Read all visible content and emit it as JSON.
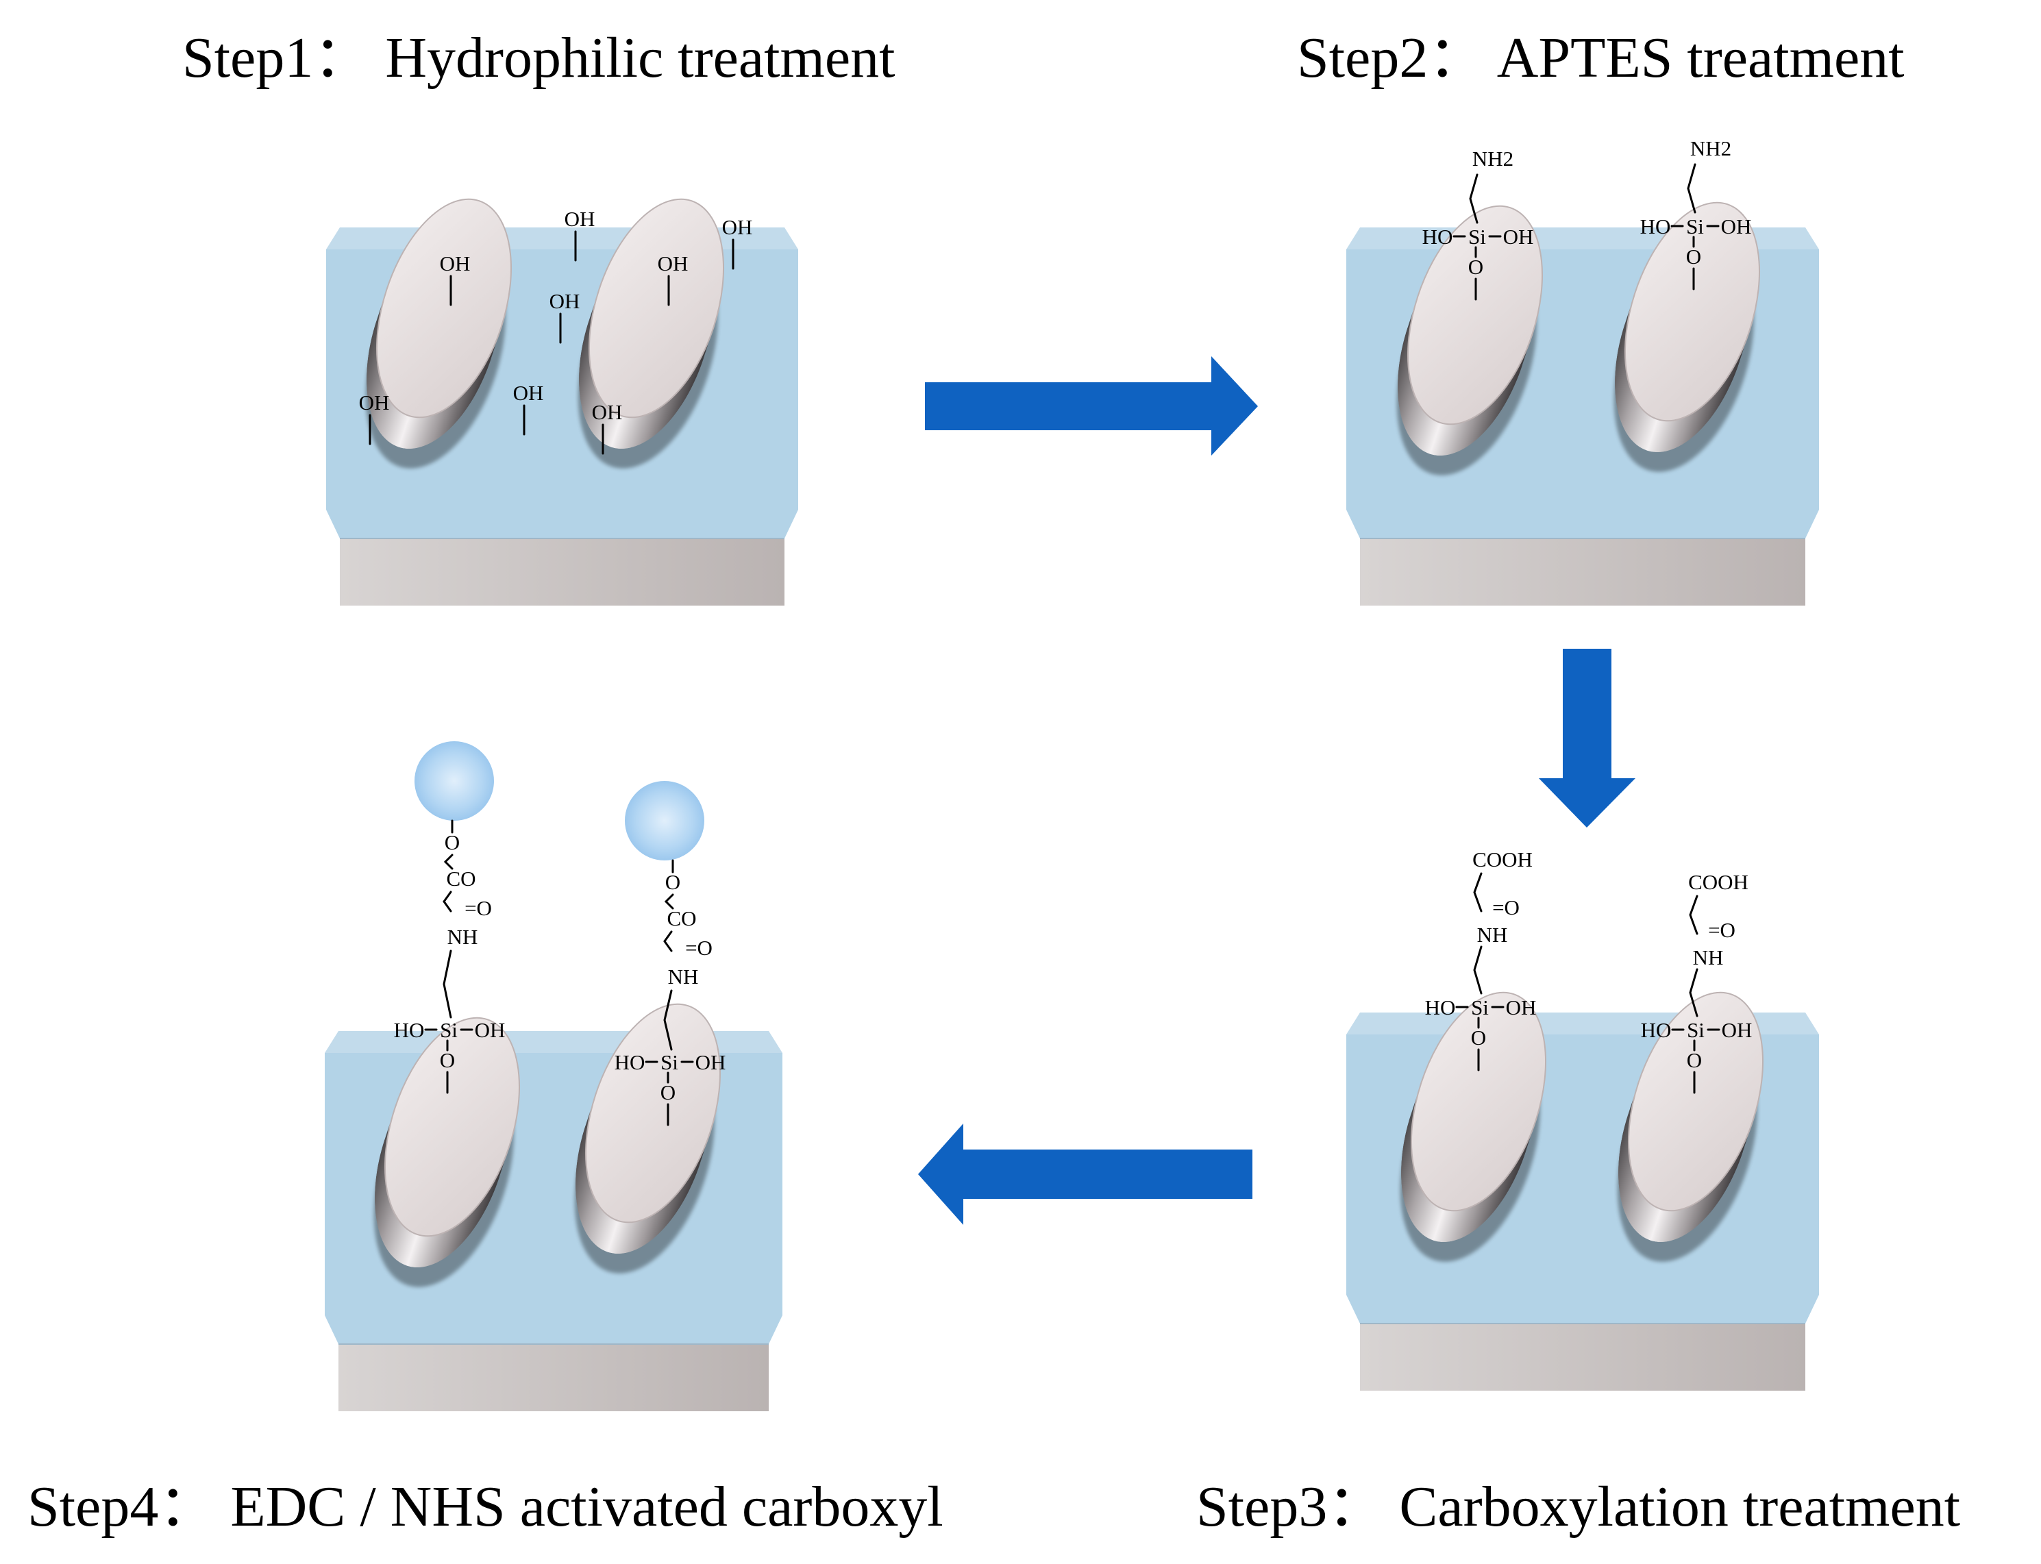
{
  "diagram": {
    "steps": [
      {
        "label": "Step1：  Hydrophilic treatment"
      },
      {
        "label": "Step2：  APTES treatment"
      },
      {
        "label": "Step3：  Carboxylation treatment"
      },
      {
        "label": "Step4：  EDC / NHS activated carboxyl"
      }
    ],
    "chem": {
      "hydroxyl": "OH",
      "amine": "NH2",
      "amide_nh": "NH",
      "carboxyl": "COOH",
      "silicon": "Si",
      "ho": "HO",
      "oh": "OH",
      "oxygen": "O",
      "ester_co": "CO",
      "carbonyl": "=O"
    },
    "colors": {
      "layer_top": "#c2dbeb",
      "layer_front": "#b3d3e7",
      "substrate_front": "#cdc8c6",
      "nanorod_top": "#e7dddd",
      "arrow": "#0f62c1",
      "bead": "#aed2f2"
    }
  }
}
